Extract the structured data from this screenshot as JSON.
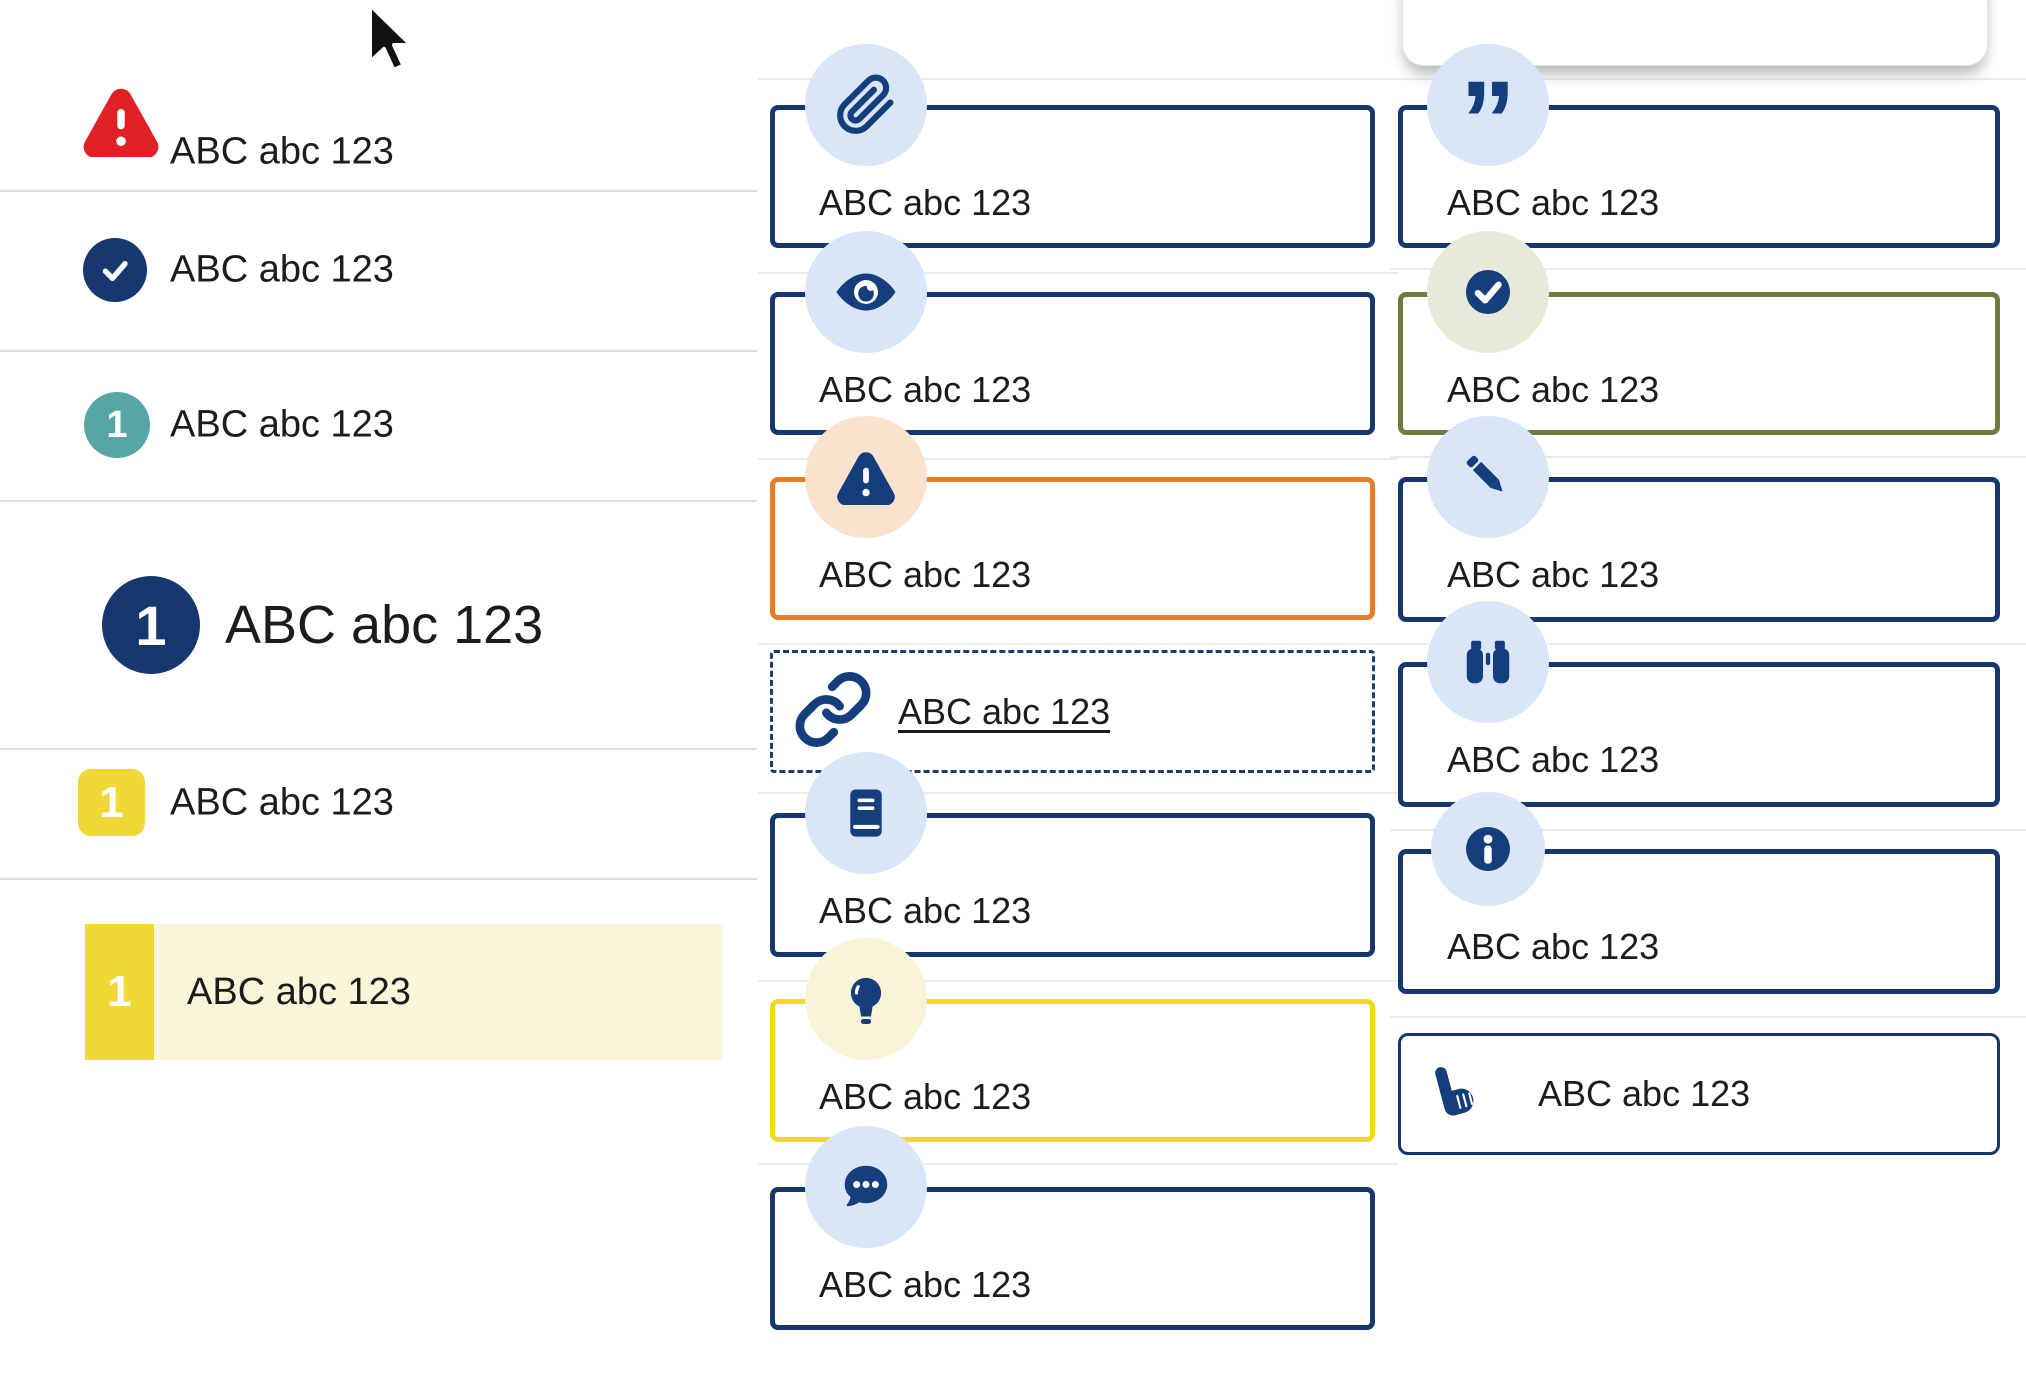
{
  "palette": {
    "navy_border": "#17386e",
    "navy_icon": "#173e7c",
    "light_blue_circle": "#d9e6f8",
    "red": "#df2127",
    "teal": "#58a5a5",
    "yellow_badge": "#f0d836",
    "yellow_border": "#f2da1b",
    "pale_yellow_circle": "#f8f4d8",
    "highlight_row": "#faf6da",
    "orange_border": "#e87d27",
    "peach_circle": "#fae3ce",
    "olive_border": "#6f7c3e",
    "sage_circle": "#e6ebd9",
    "divider": "#dedede",
    "text": "#1c1c1c"
  },
  "left_list": {
    "items": [
      {
        "icon": "warning-triangle-icon",
        "label": "ABC abc 123"
      },
      {
        "icon": "check-circle-icon",
        "label": "ABC abc 123"
      },
      {
        "icon": "numbered-badge-teal",
        "badge": "1",
        "label": "ABC abc 123"
      },
      {
        "icon": "numbered-badge-navy-large",
        "badge": "1",
        "label": "ABC abc 123"
      },
      {
        "icon": "numbered-badge-yellow",
        "badge": "1",
        "label": "ABC abc 123"
      },
      {
        "icon": "numbered-badge-yellow",
        "badge": "1",
        "label": "ABC abc 123",
        "highlighted": true
      }
    ]
  },
  "middle_column": {
    "cards": [
      {
        "icon": "paperclip-icon",
        "label": "ABC abc 123",
        "style": "navy"
      },
      {
        "icon": "eye-icon",
        "label": "ABC abc 123",
        "style": "navy"
      },
      {
        "icon": "warning-triangle-icon",
        "label": "ABC abc 123",
        "style": "orange"
      },
      {
        "icon": "link-icon",
        "label": "ABC abc 123",
        "style": "dashed-link"
      },
      {
        "icon": "book-icon",
        "label": "ABC abc 123",
        "style": "navy"
      },
      {
        "icon": "lightbulb-icon",
        "label": "ABC abc 123",
        "style": "yellow"
      },
      {
        "icon": "comment-dots-icon",
        "label": "ABC abc 123",
        "style": "navy"
      }
    ]
  },
  "right_column": {
    "cards": [
      {
        "icon": "quote-right-icon",
        "glyph": "”",
        "label": "ABC abc 123",
        "style": "navy"
      },
      {
        "icon": "check-circle-icon",
        "label": "ABC abc 123",
        "style": "olive"
      },
      {
        "icon": "pencil-icon",
        "label": "ABC abc 123",
        "style": "navy"
      },
      {
        "icon": "binoculars-icon",
        "label": "ABC abc 123",
        "style": "navy"
      },
      {
        "icon": "info-circle-icon",
        "label": "ABC abc 123",
        "style": "navy"
      },
      {
        "icon": "hand-pointer-icon",
        "label": "ABC abc 123",
        "style": "navy-thin"
      }
    ]
  }
}
